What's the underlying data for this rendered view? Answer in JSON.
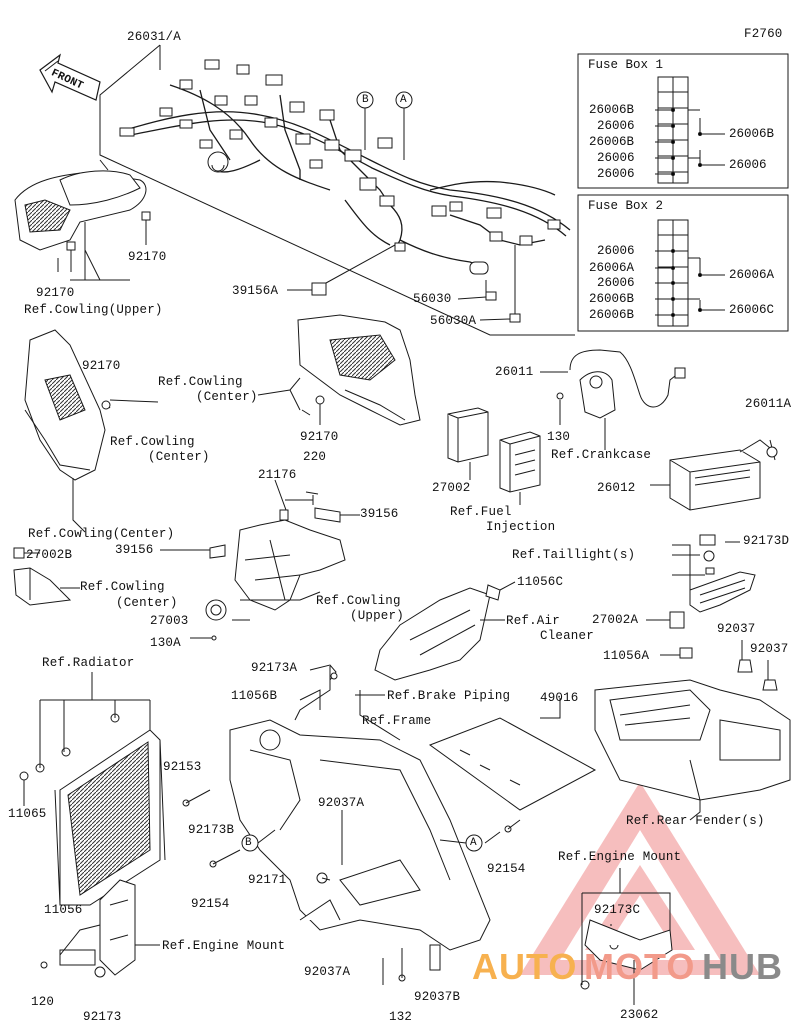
{
  "figure_code": "F2760",
  "front_arrow": "FRONT",
  "callouts": {
    "a": "A",
    "b": "B"
  },
  "fuse_box_1": {
    "title": "Fuse Box 1",
    "left": [
      "26006B",
      "26006",
      "26006B",
      "26006",
      "26006"
    ],
    "right": [
      "26006B",
      "26006"
    ]
  },
  "fuse_box_2": {
    "title": "Fuse Box 2",
    "left": [
      "26006",
      "26006A",
      "26006",
      "26006B",
      "26006B"
    ],
    "right": [
      "26006A",
      "26006C"
    ]
  },
  "labels": {
    "p26031a": "26031/A",
    "p92170a": "92170",
    "p92170b": "92170",
    "p92170c": "92170",
    "p92170d": "92170",
    "ref_cowl_upper1": "Ref.Cowling(Upper)",
    "p39156a": "39156A",
    "p56030": "56030",
    "p56030a": "56030A",
    "ref_cowl_center1": "Ref.Cowling",
    "ref_cowl_center1b": "(Center)",
    "ref_cowl_center2": "Ref.Cowling",
    "ref_cowl_center2b": "(Center)",
    "p26011": "26011",
    "p130": "130",
    "ref_crankcase": "Ref.Crankcase",
    "p26011a": "26011A",
    "p26012": "26012",
    "p27002": "27002",
    "ref_fuel_inj": "Ref.Fuel",
    "ref_fuel_inj2": "Injection",
    "p21176": "21176",
    "p220": "220",
    "p39156": "39156",
    "ref_cowl_center3": "Ref.Cowling(Center)",
    "p27002b": "27002B",
    "p39156b": "39156",
    "ref_cowl_center4": "Ref.Cowling",
    "ref_cowl_center4b": "(Center)",
    "ref_cowl_upper2": "Ref.Cowling",
    "ref_cowl_upper2b": "(Upper)",
    "p27003": "27003",
    "p130a": "130A",
    "p92173d": "92173D",
    "ref_taillight": "Ref.Taillight(s)",
    "p11056c": "11056C",
    "ref_air_cleaner": "Ref.Air",
    "ref_air_cleaner2": "Cleaner",
    "p27002a": "27002A",
    "p92037a1": "92037",
    "p92037a2": "92037",
    "p11056a": "11056A",
    "ref_radiator": "Ref.Radiator",
    "p92173a": "92173A",
    "p11056b": "11056B",
    "ref_brake_piping": "Ref.Brake Piping",
    "ref_frame": "Ref.Frame",
    "p49016": "49016",
    "p11065": "11065",
    "p92153": "92153",
    "p92173b": "92173B",
    "p92037a": "92037A",
    "ref_rear_fender": "Ref.Rear Fender(s)",
    "p92154a": "92154",
    "p92154b": "92154",
    "p92171": "92171",
    "ref_engine_mount1": "Ref.Engine Mount",
    "p92173c": "92173C",
    "p11056": "11056",
    "ref_engine_mount2": "Ref.Engine Mount",
    "p92037a_b": "92037A",
    "p92037b": "92037B",
    "p120": "120",
    "p92173": "92173",
    "p132": "132",
    "p23062": "23062"
  },
  "watermark": {
    "auto": "AUTO",
    "moto": "MOTO",
    "hub": "HUB"
  },
  "colors": {
    "line": "#1a1a1a",
    "part_fill": "#ffffff",
    "shade": "#444444",
    "watermark_red": "#e23b3b",
    "watermark_orange": "#f39a2b",
    "watermark_grey": "#8a8a8a"
  }
}
